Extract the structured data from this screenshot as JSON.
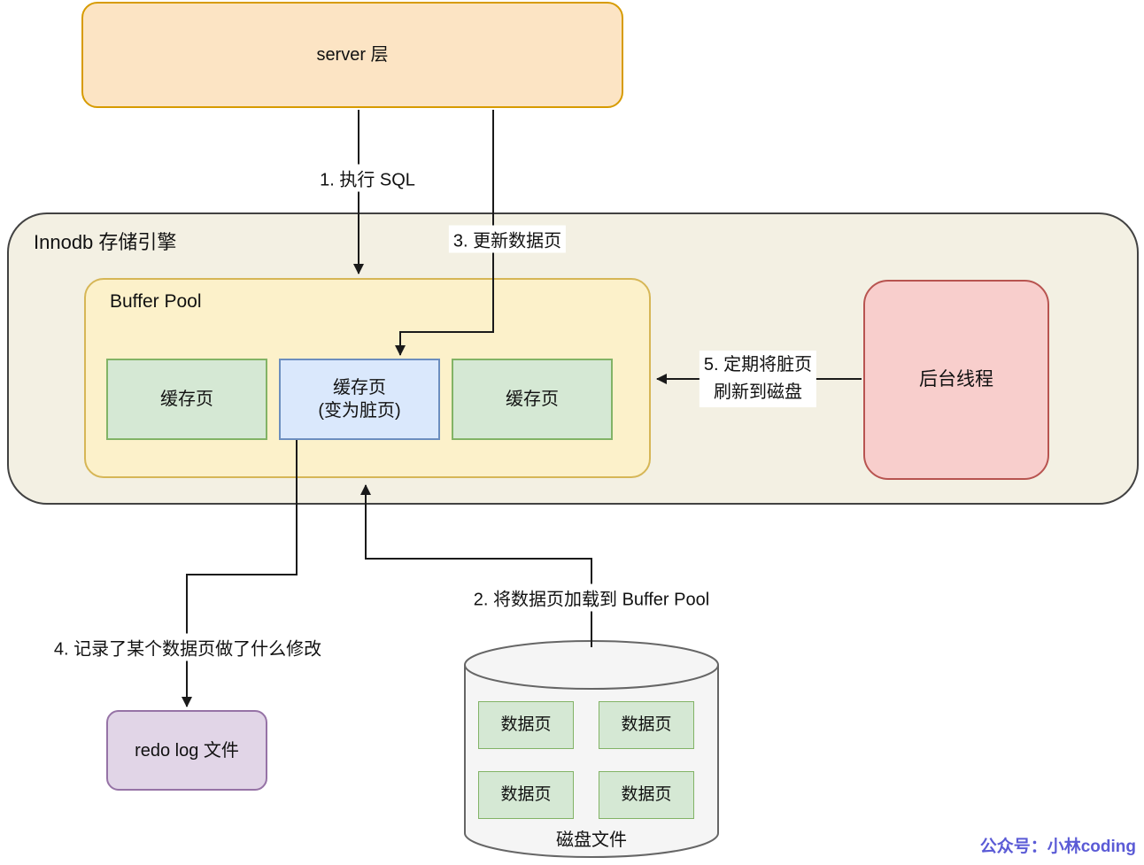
{
  "server_layer": {
    "label": "server 层"
  },
  "innodb": {
    "title": "Innodb 存储引擎"
  },
  "buffer_pool": {
    "title": "Buffer Pool",
    "pages": [
      {
        "label": "缓存页"
      },
      {
        "label": "缓存页",
        "sublabel": "(变为脏页)"
      },
      {
        "label": "缓存页"
      }
    ]
  },
  "background_thread": {
    "label": "后台线程"
  },
  "redo_log": {
    "label": "redo log 文件"
  },
  "disk": {
    "label": "磁盘文件",
    "pages": [
      "数据页",
      "数据页",
      "数据页",
      "数据页"
    ]
  },
  "steps": {
    "step1": "1. 执行 SQL",
    "step2": "2. 将数据页加载到 Buffer Pool",
    "step3": "3. 更新数据页",
    "step4": "4. 记录了某个数据页做了什么修改",
    "step5_line1": "5. 定期将脏页",
    "step5_line2": "刷新到磁盘"
  },
  "watermark": {
    "text": "公众号：小林coding"
  },
  "colors": {
    "server_fill": "#fce4c4",
    "server_border": "#d79b00",
    "innodb_fill": "#f3f0e3",
    "innodb_border": "#424242",
    "buffer_fill": "#fcf1ca",
    "buffer_border": "#d6b656",
    "clean_page_fill": "#d5e8d4",
    "clean_page_border": "#82b366",
    "dirty_page_fill": "#dae8fc",
    "dirty_page_border": "#6c8ebf",
    "thread_fill": "#f8cecc",
    "thread_border": "#b85450",
    "redo_fill": "#e1d5e7",
    "redo_border": "#9673a6",
    "disk_fill": "#f5f5f5",
    "disk_border": "#666666",
    "arrow": "#1a1a1a",
    "watermark_text": "#5b5bd6"
  }
}
